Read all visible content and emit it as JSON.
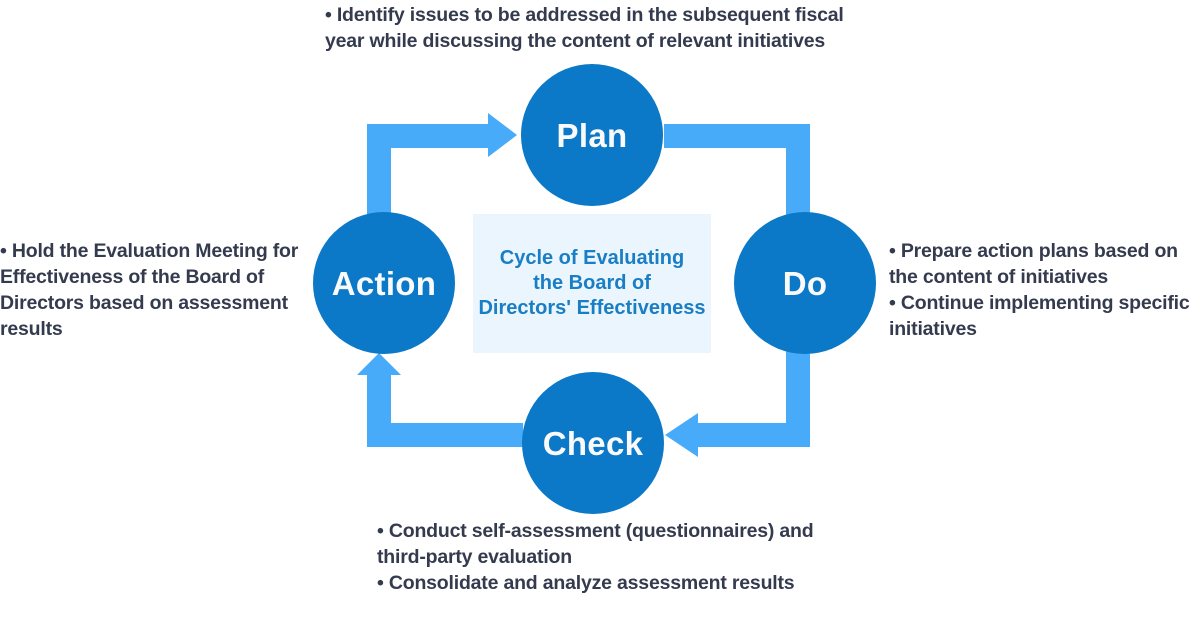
{
  "diagram": {
    "type": "pdca-cycle",
    "center": {
      "label": "Cycle of Evaluating\nthe Board of\nDirectors' Effectiveness",
      "background_color": "#eaf5fd",
      "text_color": "#1a7ec4"
    },
    "nodes": [
      {
        "id": "plan",
        "label": "Plan",
        "position": "top",
        "color": "#0b79c8"
      },
      {
        "id": "do",
        "label": "Do",
        "position": "right",
        "color": "#0b79c8"
      },
      {
        "id": "check",
        "label": "Check",
        "position": "bottom",
        "color": "#0b79c8"
      },
      {
        "id": "action",
        "label": "Action",
        "position": "left",
        "color": "#0b79c8"
      }
    ],
    "arrow_color": "#47abf9",
    "flow_order": [
      "action",
      "plan",
      "do",
      "check",
      "action"
    ],
    "annotations": {
      "plan": "• Identify issues to be addressed in the subsequent fiscal year while discussing the content of relevant initiatives",
      "do": "• Prepare action plans based on the content of initiatives\n• Continue implementing specific initiatives",
      "check": "• Conduct self-assessment (questionnaires) and third-party evaluation\n• Consolidate and analyze assessment results",
      "action": "• Hold the Evaluation Meeting for Effectiveness of the Board of Directors based on assessment results"
    },
    "text_color": "#353b4e"
  }
}
